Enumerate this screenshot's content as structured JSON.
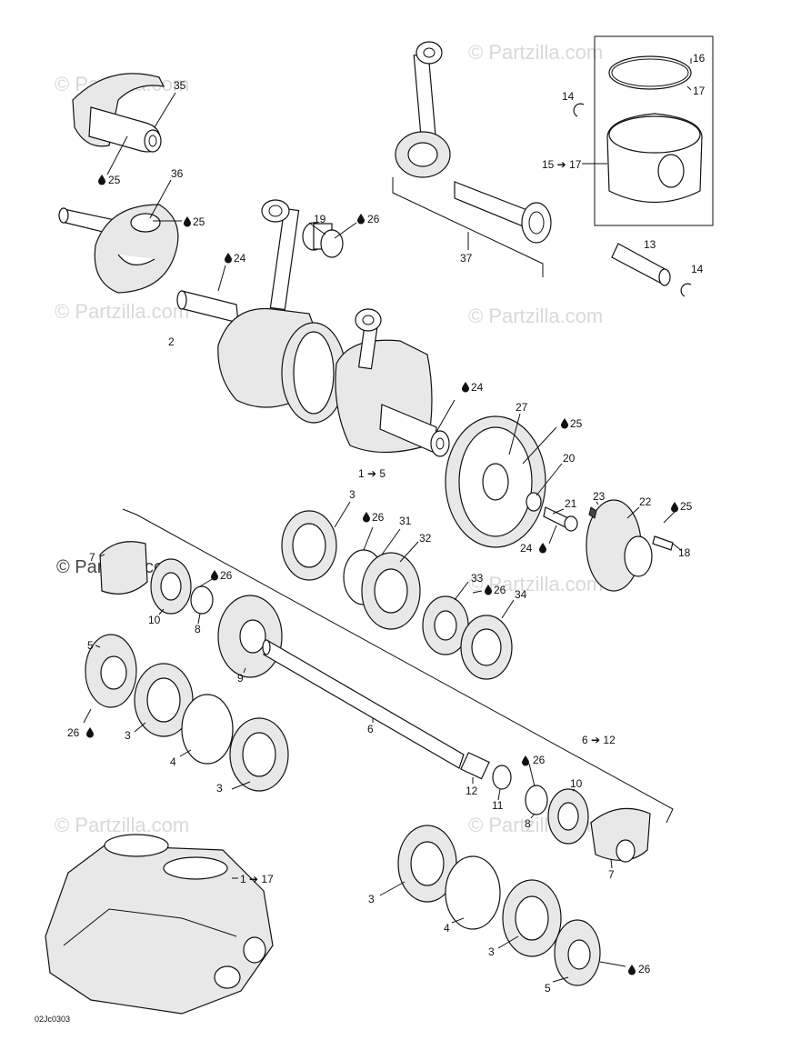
{
  "watermarks": [
    "© Partzilla.com",
    "© Partzilla.com",
    "© Partzilla.com",
    "© Partzilla.com",
    "© Partzilla.com",
    "© Partzilla.com",
    "© Partzilla.com"
  ],
  "watermark_dark": "© Partzilla.com",
  "figure_code": "02Jc0303",
  "labels": {
    "l35": "35",
    "l25a": "25",
    "l36": "36",
    "l25b": "25",
    "l24a": "24",
    "l2": "2",
    "l19": "19",
    "l26a": "26",
    "l37": "37",
    "l16": "16",
    "l17": "17",
    "l14a": "14",
    "l15_17": "15 ➔ 17",
    "l13": "13",
    "l14b": "14",
    "l24b": "24",
    "l27": "27",
    "l25c": "25",
    "l20": "20",
    "l1_5": "1 ➔ 5",
    "l21": "21",
    "l23": "23",
    "l22": "22",
    "l25d": "25",
    "l24c": "24",
    "l18": "18",
    "l3a": "3",
    "l26b": "26",
    "l31": "31",
    "l32": "32",
    "l7a": "7",
    "l26c": "26",
    "l10a": "10",
    "l8a": "8",
    "l33": "33",
    "l26d": "26",
    "l34": "34",
    "l5a": "5",
    "l9": "9",
    "l26e": "26",
    "l3b": "3",
    "l4a": "4",
    "l6": "6",
    "l3c": "3",
    "l6_12": "6 ➔ 12",
    "l26f": "26",
    "l10b": "10",
    "l12": "12",
    "l11": "11",
    "l8b": "8",
    "l7b": "7",
    "l1_17": "1 ➔ 17",
    "l3d": "3",
    "l4b": "4",
    "l3e": "3",
    "l5b": "5",
    "l26g": "26"
  }
}
